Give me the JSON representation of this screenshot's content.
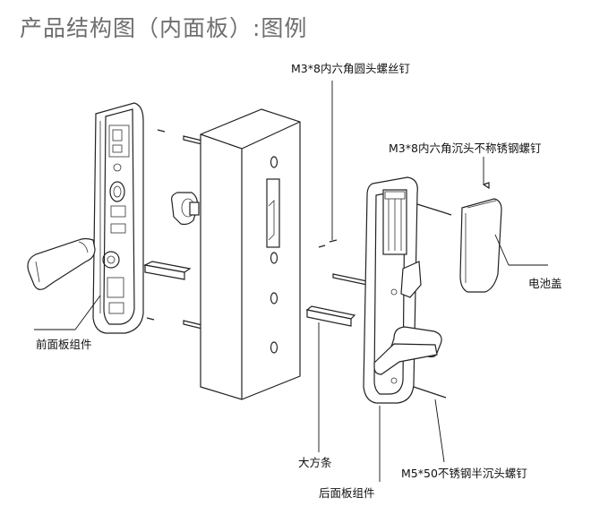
{
  "title": "产品结构图（内面板）:图例",
  "labels": {
    "screw_round_head": "M3*8内六角圆头螺丝钉",
    "screw_countersunk": "M3*8内六角沉头不称锈钢螺钉",
    "battery_cover": "电池盖",
    "front_panel": "前面板组件",
    "square_bar": "大方条",
    "rear_panel": "后面板组件",
    "screw_m5": "M5*50不锈钢半沉头螺钉"
  }
}
